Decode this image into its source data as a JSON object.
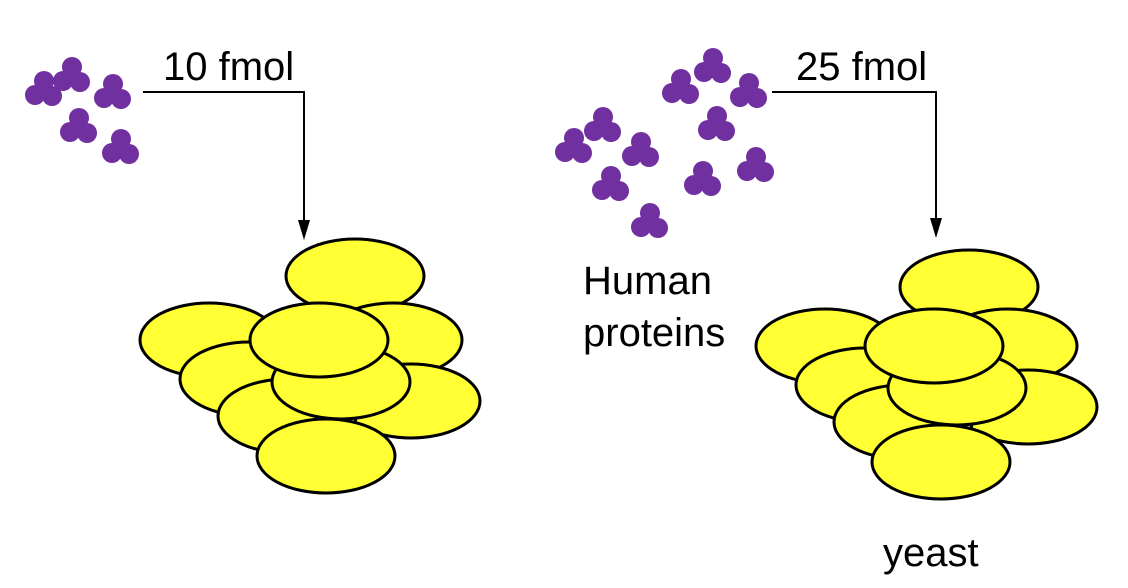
{
  "labels": {
    "left_amount": "10 fmol",
    "right_amount": "25 fmol",
    "proteins": [
      "Human",
      "proteins"
    ],
    "yeast": "yeast"
  },
  "colors": {
    "protein": "#7030a0",
    "yeast_cell": "#ffff33",
    "outline": "#000000"
  },
  "icons": {
    "protein": "protein-cluster-icon",
    "yeast_cell": "yeast-cell-icon"
  }
}
